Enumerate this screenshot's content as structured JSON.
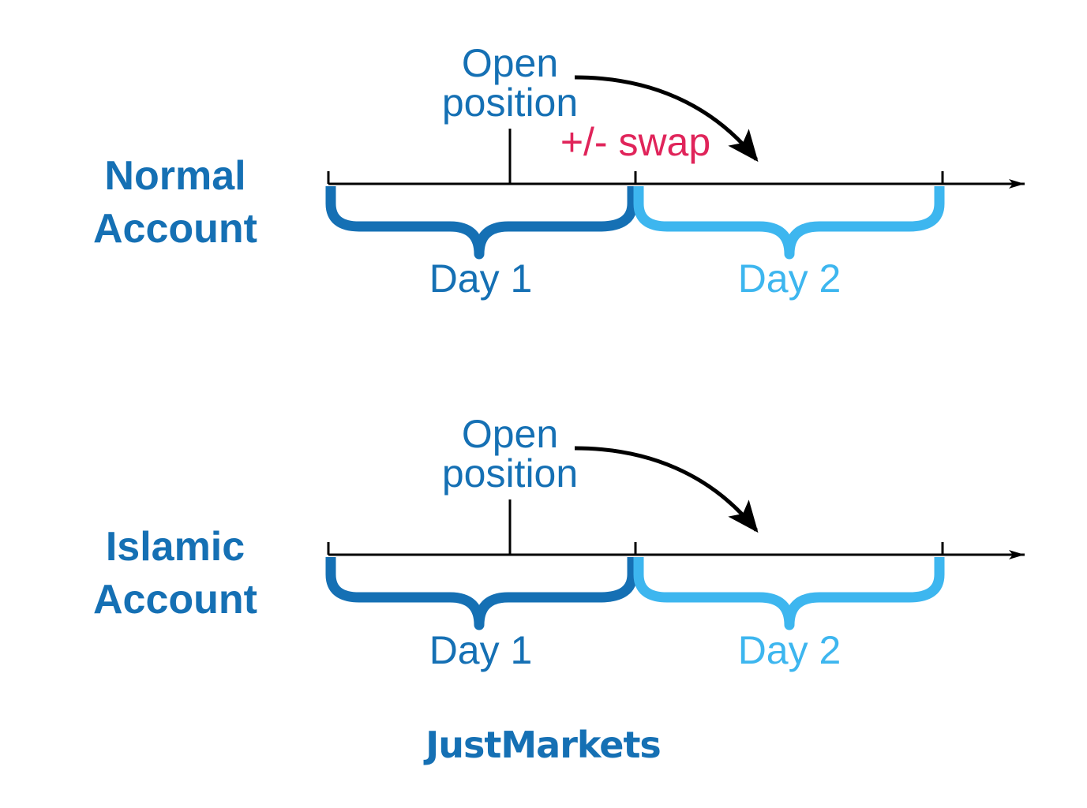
{
  "colors": {
    "dark_blue": "#1570b4",
    "light_blue": "#3db6ef",
    "swap_red": "#e0245a",
    "axis": "#000000"
  },
  "panels": [
    {
      "account_line1": "Normal",
      "account_line2": "Account",
      "open_line1": "Open",
      "open_line2": "position",
      "swap": "+/- swap",
      "day1": "Day 1",
      "day2": "Day 2"
    },
    {
      "account_line1": "Islamic",
      "account_line2": "Account",
      "open_line1": "Open",
      "open_line2": "position",
      "day1": "Day 1",
      "day2": "Day 2"
    }
  ],
  "brand": "JustMarkets"
}
